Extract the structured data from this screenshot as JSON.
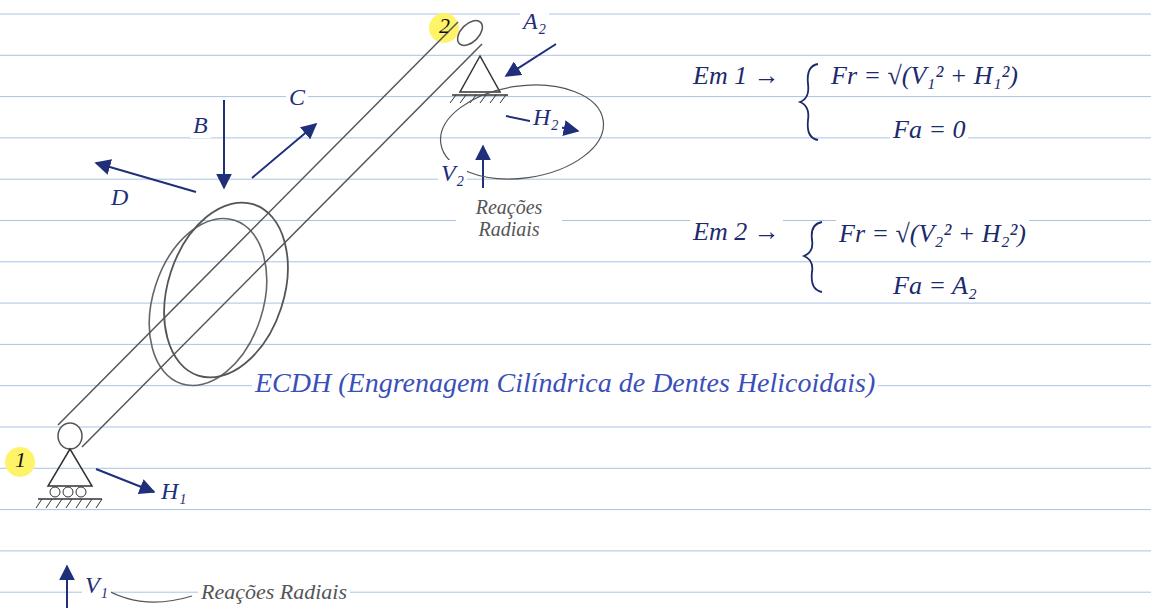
{
  "diagram": {
    "labels": [
      "2",
      "A₂",
      "B",
      "C",
      "D",
      "H₂",
      "V₂",
      "Reações Radiais",
      "Em 1 →",
      "Fr = √(V₁² + H₁²)",
      "Fa = 0",
      "Em 2 →",
      "Fr = √(V₂² + H₂²)",
      "Fa = A₂",
      "ECDH (Engrenagem Cilíndrica de Dentes Helicoidais)",
      "1",
      "H₁",
      "V₁",
      "Reações Radiais"
    ]
  }
}
